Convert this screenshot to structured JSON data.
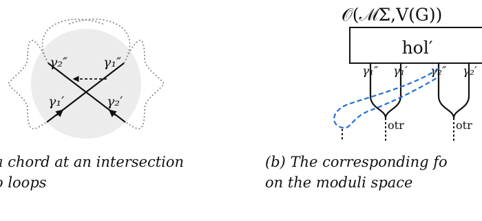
{
  "panel_a": {
    "labels": {
      "top_left": "γ₂″",
      "top_right": "γ₁″",
      "bottom_left": "γ₁′",
      "bottom_right": "γ₂′"
    },
    "caption": {
      "line1": "a chord at an intersection",
      "line2": "o loops"
    }
  },
  "panel_b": {
    "algebra_label": "𝒪(ℳΣ,V(G))",
    "box_label": "hol′",
    "strand_labels": [
      "γ₁″",
      "γ₁′",
      "γ₂″",
      "γ₂′"
    ],
    "output_labels": [
      "otr",
      "otr"
    ],
    "caption": {
      "line1": "(b) The corresponding fo",
      "line2": "on the moduli space"
    }
  },
  "colors": {
    "ink": "#111111",
    "disk": "#ececec",
    "dotted": "#8a8a8a",
    "chord": "#1f6fd6"
  }
}
